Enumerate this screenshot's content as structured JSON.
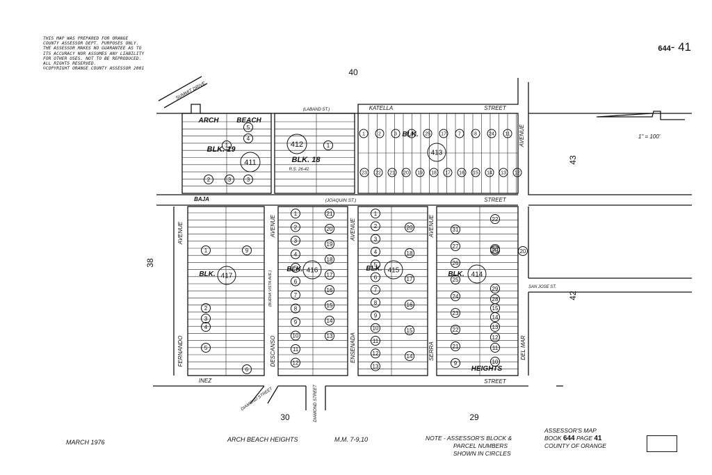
{
  "disclaimer": [
    "THIS MAP WAS PREPARED FOR ORANGE",
    "COUNTY ASSESSOR DEPT. PURPOSES ONLY.",
    "THE ASSESSOR MAKES NO GUARANTEE AS TO",
    "ITS ACCURACY NOR ASSUMES ANY LIABILITY",
    "FOR OTHER USES.  NOT TO BE REPRODUCED.",
    "ALL RIGHTS RESERVED.",
    "©COPYRIGHT ORANGE COUNTY ASSESSOR 2001"
  ],
  "map_number_prefix": "644",
  "map_number_page": "- 41",
  "scale_note": "1\" = 100'",
  "adjacent_pages": {
    "north": "40",
    "east_upper": "43",
    "east_lower": "42",
    "west": "38",
    "south_left": "30",
    "south_right": "29"
  },
  "streets": {
    "summit": "SUMMIT DRIVE",
    "katella": "KATELLA",
    "katella_street": "STREET",
    "baja": "BAJA",
    "joaquin": "(JOAQUIN   ST.)",
    "baja_street": "STREET",
    "laband_top": "(LABAND   ST.)",
    "inez": "INEZ",
    "inez_street": "STREET",
    "diamond_left": "DIAMOND STREET",
    "diamond_right": "DIAMOND STREET",
    "san_jose": "SAN JOSE ST.",
    "fernando": "FERNANDO",
    "descanso": "DESCANSO",
    "ensenada": "ENSENADA",
    "serra": "SERRA",
    "del_mar": "DEL MAR",
    "avenue": "AVENUE",
    "buena_vista": "(BUENA VISTA AVE.)"
  },
  "subdivision_labels": {
    "arch": "ARCH",
    "beach": "BEACH",
    "heights": "HEIGHTS",
    "rs": "R.S. 26-42"
  },
  "blocks": [
    {
      "name": "BLK. 19",
      "number": "411"
    },
    {
      "name": "BLK. 18",
      "number": "412"
    },
    {
      "name": "BLK.",
      "number": "413"
    },
    {
      "name": "BLK.",
      "number": "414"
    },
    {
      "name": "BLK.",
      "number": "415"
    },
    {
      "name": "BLK.",
      "number": "416"
    },
    {
      "name": "BLK.",
      "number": "417"
    }
  ],
  "footer": {
    "date": "MARCH 1976",
    "tract": "ARCH BEACH HEIGHTS",
    "mm": "M.M. 7-9,10",
    "note_lines": [
      "NOTE  -  ASSESSOR'S BLOCK &",
      "PARCEL NUMBERS",
      "SHOWN IN CIRCLES"
    ],
    "book_lines": [
      "ASSESSOR'S MAP",
      "COUNTY OF ORANGE"
    ],
    "book_prefix": "BOOK",
    "book_number": "644",
    "page_prefix": "PAGE",
    "page_number": "41"
  },
  "parcels": {
    "b411": [
      "5",
      "4",
      "3",
      "1",
      "2",
      "3"
    ],
    "b412": [
      "1"
    ],
    "b413_top": [
      "1",
      "2",
      "3",
      "4",
      "25",
      "17",
      "7",
      "8",
      "24",
      "11"
    ],
    "b413_bot": [
      "23",
      "22",
      "21",
      "20",
      "19",
      "18",
      "17",
      "16",
      "15",
      "14",
      "13",
      "12"
    ],
    "b417_left": [
      "1",
      "2",
      "3",
      "4",
      "5"
    ],
    "b417_right": [
      "6"
    ],
    "b416_left": [
      "1",
      "2",
      "3",
      "4",
      "5",
      "6",
      "7",
      "8",
      "9",
      "10",
      "11",
      "12"
    ],
    "b416_right": [
      "21",
      "20",
      "19",
      "18",
      "17",
      "16",
      "15",
      "14",
      "13"
    ],
    "b415_left": [
      "1",
      "2",
      "3",
      "4",
      "5",
      "6",
      "7",
      "8",
      "9",
      "10",
      "11",
      "12",
      "13"
    ],
    "b415_right": [
      "20",
      "18",
      "17",
      "16",
      "15",
      "14"
    ],
    "b414_left": [
      "31",
      "27",
      "26",
      "25",
      "24",
      "23",
      "22",
      "21",
      "9"
    ],
    "b414_right": [
      "22",
      "30",
      "20",
      "29",
      "28",
      "15",
      "14",
      "13",
      "12",
      "11",
      "10"
    ]
  }
}
